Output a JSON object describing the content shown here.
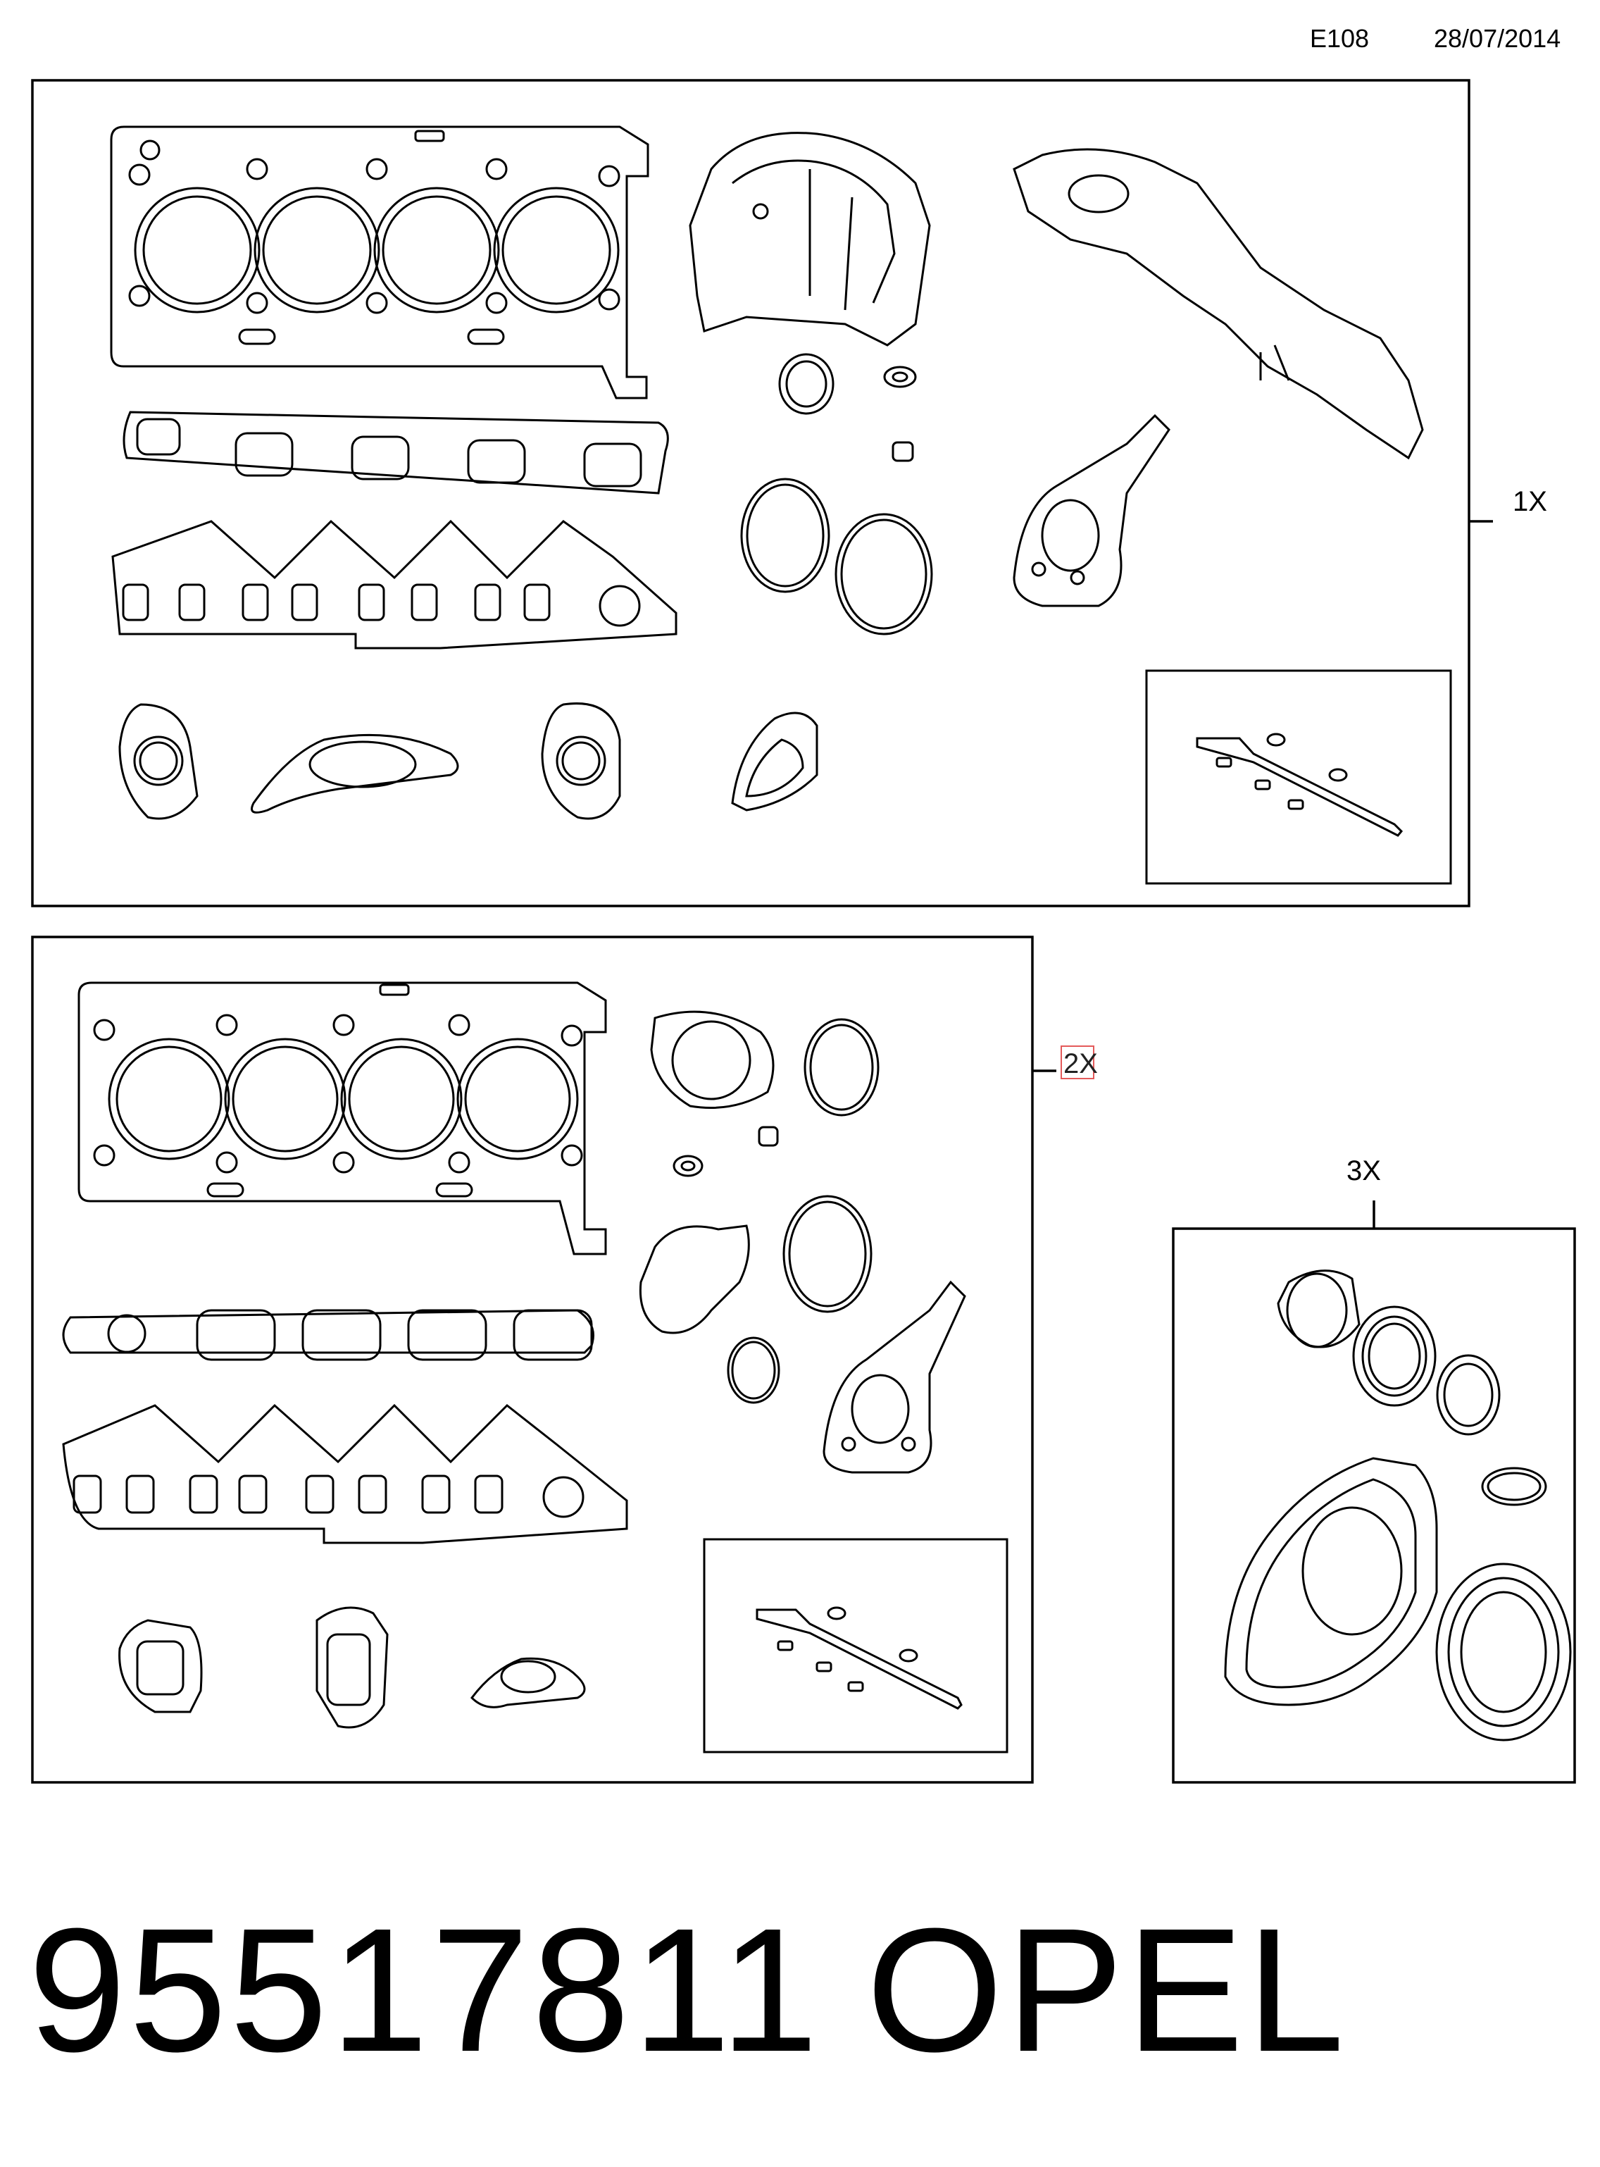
{
  "header": {
    "code": "E108",
    "date": "28/07/2014"
  },
  "groups": {
    "group_1": {
      "quantity_label": "1X"
    },
    "group_2": {
      "quantity_label": "2X"
    },
    "group_3": {
      "quantity_label": "3X"
    }
  },
  "footer": {
    "part_number": "95517811",
    "brand": "OPEL"
  },
  "colors": {
    "line": "#000000",
    "background": "#ffffff",
    "highlight": "#e45a5a"
  }
}
